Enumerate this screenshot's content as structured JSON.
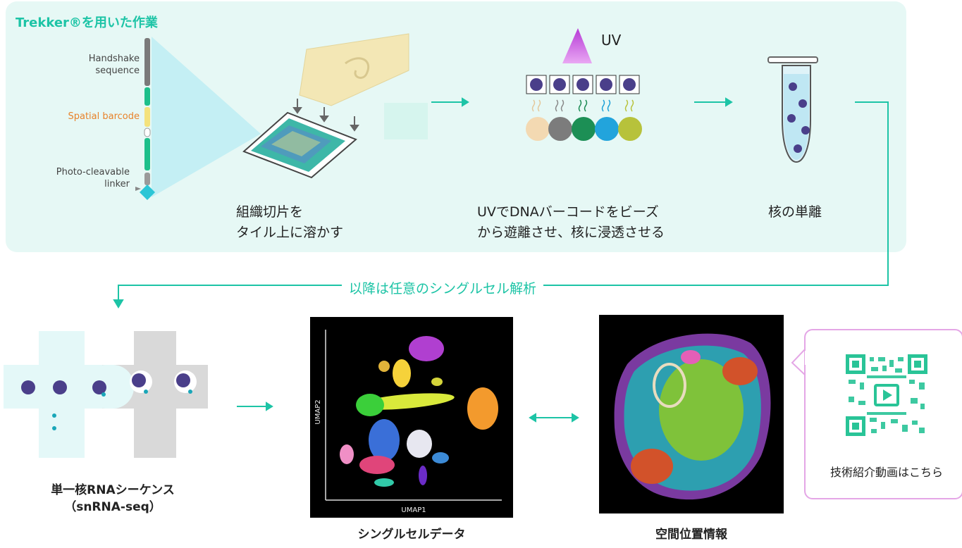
{
  "top_section": {
    "title": "Trekker®を用いた作業",
    "probe_labels": {
      "handshake": [
        "Handshake",
        "sequence"
      ],
      "spatial_barcode": "Spatial barcode",
      "photo_cleavable": [
        "Photo-cleavable",
        "linker"
      ]
    },
    "uv_label": "UV",
    "steps": [
      {
        "lines": [
          "組織切片を",
          "タイル上に溶かす"
        ]
      },
      {
        "lines": [
          "UVでDNAバーコードをビーズ",
          "から遊離させ、核に浸透させる"
        ]
      },
      {
        "lines": [
          "核の単離"
        ]
      }
    ]
  },
  "connector_text": "以降は任意のシングルセル解析",
  "bottom_section": {
    "snrna_label": [
      "単一核RNAシーケンス",
      "（snRNA-seq）"
    ],
    "umap": {
      "xlabel": "UMAP1",
      "ylabel": "UMAP2",
      "caption": "シングルセルデータ"
    },
    "spatial_caption": "空間位置情報",
    "qr_caption": "技術紹介動画はこちら"
  },
  "colors": {
    "accent": "#1dc4a6",
    "panel_bg": "#e6f8f5",
    "barcode_orange": "#e8822a",
    "qr_border": "#e4a6e6",
    "nucleus": "#4a3f8a"
  },
  "icons": [
    "play-video-icon",
    "arrow-right-icon",
    "double-arrow-icon",
    "uv-triangle-icon",
    "tube-icon"
  ]
}
